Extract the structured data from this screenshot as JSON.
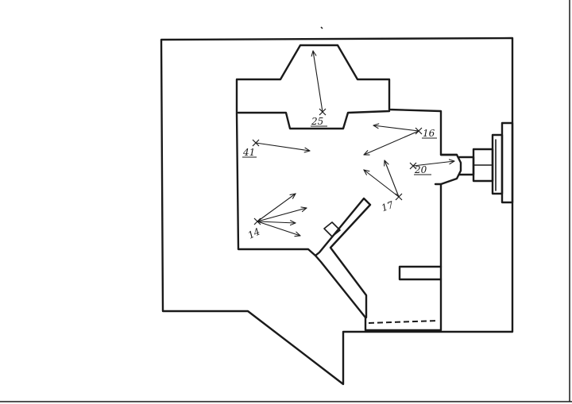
{
  "points": [
    {
      "id": "p41",
      "label": "41"
    },
    {
      "id": "p14",
      "label": "14"
    },
    {
      "id": "p25",
      "label": "25"
    },
    {
      "id": "p16",
      "label": "16"
    },
    {
      "id": "p20",
      "label": "20"
    },
    {
      "id": "p17",
      "label": "17"
    }
  ]
}
